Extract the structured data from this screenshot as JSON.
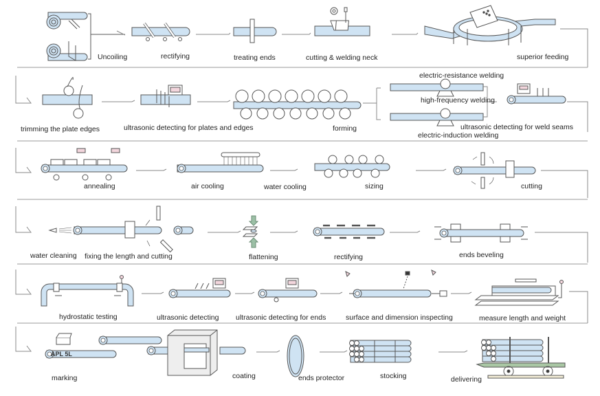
{
  "colors": {
    "pipe_fill": "#cfe3f3",
    "stroke": "#555555",
    "connector": "#888888",
    "monitor_fill": "#f3d6dd",
    "arrow_green": "#9cc0a6",
    "trailer_green": "#a9c7a4"
  },
  "rows": [
    {
      "steps": [
        {
          "id": "uncoiling",
          "label": "Uncoiling",
          "icon": "uncoiler-icon"
        },
        {
          "id": "rectifying-1",
          "label": "rectifying",
          "icon": "plate-rectifier-icon"
        },
        {
          "id": "treating-ends",
          "label": "treating ends",
          "icon": "end-treatment-icon"
        },
        {
          "id": "cutting-welding-neck",
          "label": "cutting & welding neck",
          "icon": "welding-neck-icon"
        },
        {
          "id": "superior-feeding",
          "label": "superior feeding",
          "icon": "loop-accumulator-icon"
        }
      ]
    },
    {
      "steps": [
        {
          "id": "trimming-plate-edges",
          "label": "trimming the plate edges",
          "icon": "edge-trimmer-icon"
        },
        {
          "id": "ultrasonic-plates-edges",
          "label": "ultrasonic detecting for plates and edges",
          "icon": "ultrasonic-probe-icon"
        },
        {
          "id": "forming",
          "label": "forming",
          "icon": "forming-rolls-icon"
        },
        {
          "id": "welding",
          "labels": [
            "electric-resistance welding",
            "high-frequency welding",
            "electric-induction welding"
          ],
          "icon": "welding-station-icon"
        },
        {
          "id": "ultrasonic-weld-seams",
          "label": "ultrasonic detecting for weld seams",
          "icon": "ultrasonic-probe-icon"
        }
      ]
    },
    {
      "steps": [
        {
          "id": "annealing",
          "label": "annealing",
          "icon": "annealing-furnace-icon"
        },
        {
          "id": "air-cooling",
          "label": "air cooling",
          "icon": "air-cooling-icon"
        },
        {
          "id": "water-cooling",
          "label": "water cooling",
          "icon": "water-cooling-icon"
        },
        {
          "id": "sizing",
          "label": "sizing",
          "icon": "sizing-rolls-icon"
        },
        {
          "id": "cutting",
          "label": "cutting",
          "icon": "flying-saw-icon"
        }
      ]
    },
    {
      "steps": [
        {
          "id": "water-cleaning",
          "label": "water cleaning",
          "icon": "water-nozzle-icon"
        },
        {
          "id": "fixing-length-cutting",
          "label": "fixing the length and cutting",
          "icon": "cutoff-saw-icon"
        },
        {
          "id": "flattening",
          "label": "flattening",
          "icon": "flattening-press-icon"
        },
        {
          "id": "rectifying-2",
          "label": "rectifying",
          "icon": "straightener-icon"
        },
        {
          "id": "ends-beveling",
          "label": "ends beveling",
          "icon": "beveling-machine-icon"
        }
      ]
    },
    {
      "steps": [
        {
          "id": "hydrostatic-testing",
          "label": "hydrostatic testing",
          "icon": "hydrotest-icon"
        },
        {
          "id": "ultrasonic-detecting",
          "label": "ultrasonic detecting",
          "icon": "ultrasonic-probe-icon"
        },
        {
          "id": "ultrasonic-ends",
          "label": "ultrasonic detecting for ends",
          "icon": "ultrasonic-probe-icon"
        },
        {
          "id": "surface-dimension-inspecting",
          "label": "surface and dimension inspecting",
          "icon": "inspection-icon"
        },
        {
          "id": "measure-length-weight",
          "label": "measure length and weight",
          "icon": "weighing-scale-icon"
        }
      ]
    },
    {
      "steps": [
        {
          "id": "marking",
          "label": "marking",
          "icon": "marking-head-icon",
          "pipe_text": "APL  5L"
        },
        {
          "id": "coating",
          "label": "coating",
          "icon": "coating-booth-icon"
        },
        {
          "id": "ends-protector",
          "label": "ends protector",
          "icon": "end-cap-icon"
        },
        {
          "id": "stocking",
          "label": "stocking",
          "icon": "pipe-bundle-icon"
        },
        {
          "id": "delivering",
          "label": "delivering",
          "icon": "trailer-icon"
        }
      ]
    }
  ]
}
